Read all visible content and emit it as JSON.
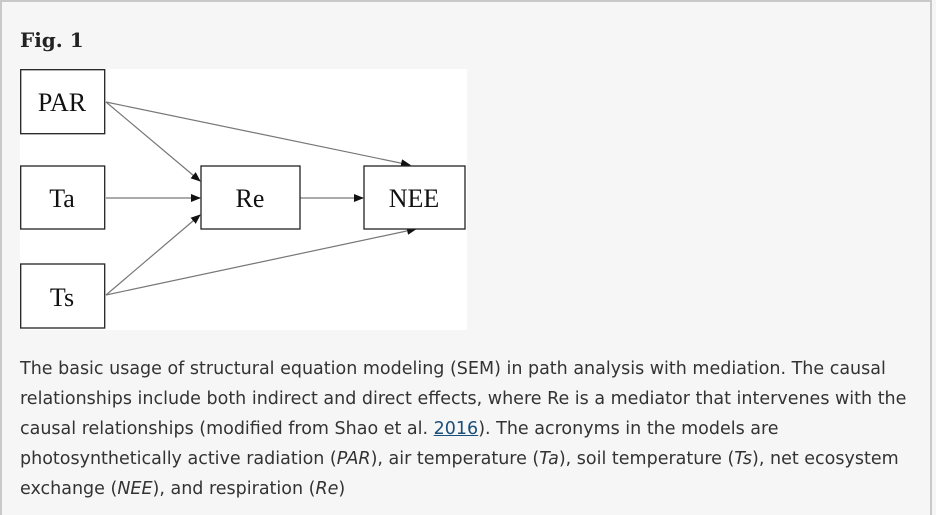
{
  "figure_label": "Fig. 1",
  "diagram": {
    "nodes": {
      "par": "PAR",
      "ta": "Ta",
      "re": "Re",
      "ts": "Ts",
      "nee": "NEE"
    }
  },
  "caption": {
    "part1": "The basic usage of structural equation modeling (SEM) in path analysis with mediation. The causal relationships include both indirect and direct effects, where Re is a mediator that intervenes with the causal relationships (modified from Shao et al. ",
    "ref_link": "2016",
    "part2": "). The acronyms in the models are photosynthetically active radiation (",
    "par": "PAR",
    "part3": "), air temperature (",
    "ta": "Ta",
    "part4": "), soil temperature (",
    "ts": "Ts",
    "part5": "), net ecosystem exchange (",
    "nee": "NEE",
    "part6": "), and respiration (",
    "re": "Re",
    "part7": ")"
  }
}
